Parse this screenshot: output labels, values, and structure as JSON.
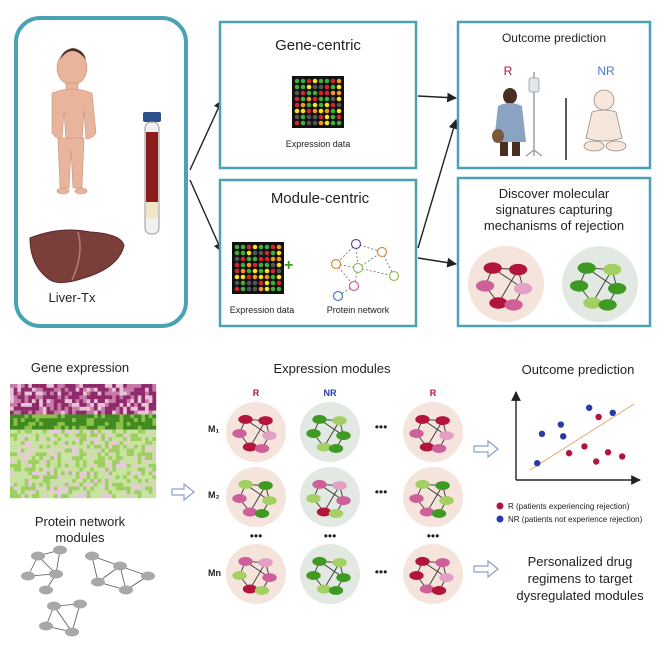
{
  "top": {
    "patient_label": "Liver-Tx",
    "gene_centric": {
      "title": "Gene-centric",
      "data_label": "Expression data"
    },
    "module_centric": {
      "title": "Module-centric",
      "data_label": "Expression data",
      "network_label": "Protein network"
    },
    "outcome": {
      "title": "Outcome prediction",
      "r_label": "R",
      "nr_label": "NR"
    },
    "discover": {
      "line1": "Discover molecular",
      "line2": "signatures capturing",
      "line3": "mechanisms of rejection"
    }
  },
  "bottom": {
    "gene_expression_title": "Gene expression",
    "protein_modules_line1": "Protein network",
    "protein_modules_line2": "modules",
    "expression_modules_title": "Expression modules",
    "col_r": "R",
    "col_nr": "NR",
    "col_r2": "R",
    "rows": [
      "M₁",
      "M₂",
      "Mn"
    ],
    "ellipsis": "•••",
    "outcome_title": "Outcome prediction",
    "legend": {
      "r": "R (patients experiencing rejection)",
      "nr": "NR (patients not experience rejection)"
    },
    "drug_line1": "Personalized drug",
    "drug_line2": "regimens to target",
    "drug_line3": "dysregulated modules"
  },
  "colors": {
    "box_border": "#4aa3b5",
    "r_red": "#b3143c",
    "nr_blue": "#2b3aa8",
    "pink": "#cf5f98",
    "light_pink": "#e3a0c4",
    "green": "#3f9a24",
    "light_green": "#a3cf63",
    "module_bg_pink": "#f4e4dc",
    "module_bg_gray": "#e2e8e2"
  },
  "scatter": {
    "r_points": [
      [
        0.45,
        0.32
      ],
      [
        0.58,
        0.4
      ],
      [
        0.68,
        0.22
      ],
      [
        0.78,
        0.33
      ],
      [
        0.9,
        0.28
      ],
      [
        0.7,
        0.75
      ]
    ],
    "nr_points": [
      [
        0.22,
        0.55
      ],
      [
        0.38,
        0.66
      ],
      [
        0.4,
        0.52
      ],
      [
        0.62,
        0.86
      ],
      [
        0.82,
        0.8
      ],
      [
        0.18,
        0.2
      ]
    ]
  }
}
